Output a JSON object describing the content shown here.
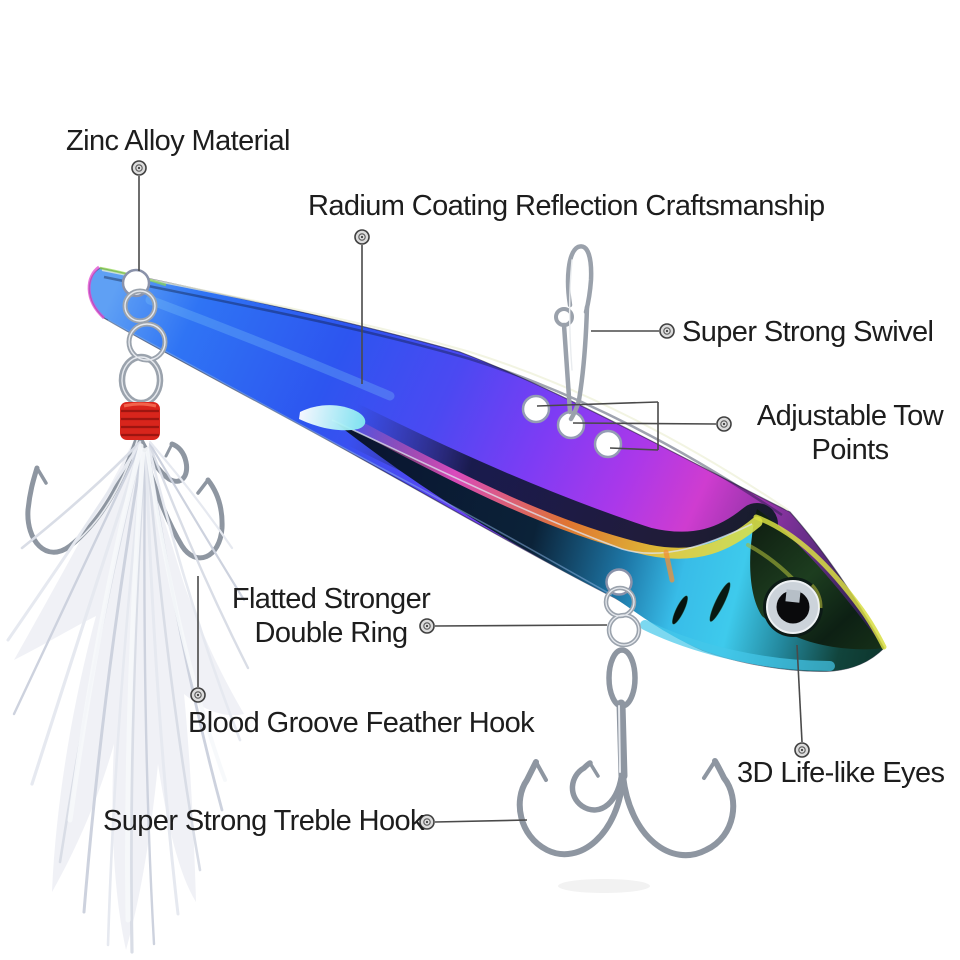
{
  "page": {
    "kind": "product-feature-infographic",
    "subject": "metal VIB fishing lure with treble hooks",
    "background": "#ffffff"
  },
  "style": {
    "label_text_color": "#1d1d1d",
    "callout_line_color": "#4a4a4a",
    "body_blue": "#2e6bf2",
    "body_violet": "#7e3cf4",
    "body_magenta": "#cf3cd0",
    "belly_cyan": "#3ec8ea",
    "head_dark_green": "#1d3d1f",
    "accent_yellow": "#d8de42",
    "thread_red": "#d8251c",
    "metal_gray": "#9aa1ab",
    "feather_white": "#eef0f5"
  },
  "callouts": [
    {
      "id": "zinc-alloy-material",
      "text": "Zinc Alloy Material"
    },
    {
      "id": "radium-coating",
      "text": "Radium Coating Reflection Craftsmanship"
    },
    {
      "id": "super-strong-swivel",
      "text": "Super Strong Swivel"
    },
    {
      "id": "adjustable-tow-points",
      "text": "Adjustable Tow Points"
    },
    {
      "id": "flatted-stronger-double-ring",
      "text": "Flatted Stronger Double Ring"
    },
    {
      "id": "blood-groove-feather-hook",
      "text": "Blood Groove Feather Hook"
    },
    {
      "id": "super-strong-treble-hook",
      "text": "Super Strong Treble Hook"
    },
    {
      "id": "3d-life-like-eyes",
      "text": "3D Life-like Eyes"
    }
  ]
}
